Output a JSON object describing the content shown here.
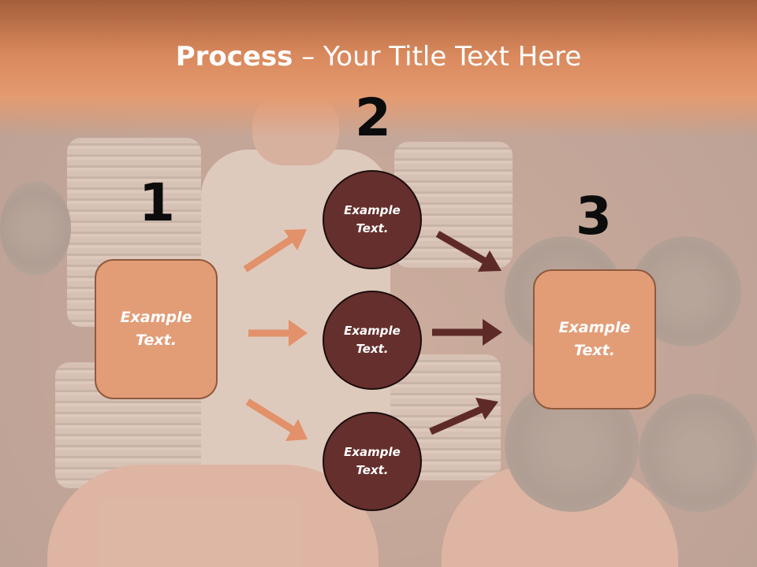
{
  "title": {
    "bold": "Process",
    "rest": " – Your Title Text Here"
  },
  "steps": [
    {
      "number": "1",
      "label": "Example Text."
    },
    {
      "number": "2"
    },
    {
      "number": "3",
      "label": "Example Text."
    }
  ],
  "circles": [
    {
      "label": "Example Text."
    },
    {
      "label": "Example Text."
    },
    {
      "label": "Example Text."
    }
  ],
  "colors": {
    "title_band": "#d9895d",
    "box_fill": "#e29d77",
    "circle_fill": "#652f2d",
    "arrow_light": "#e2916a",
    "arrow_dark": "#5e2a28"
  }
}
